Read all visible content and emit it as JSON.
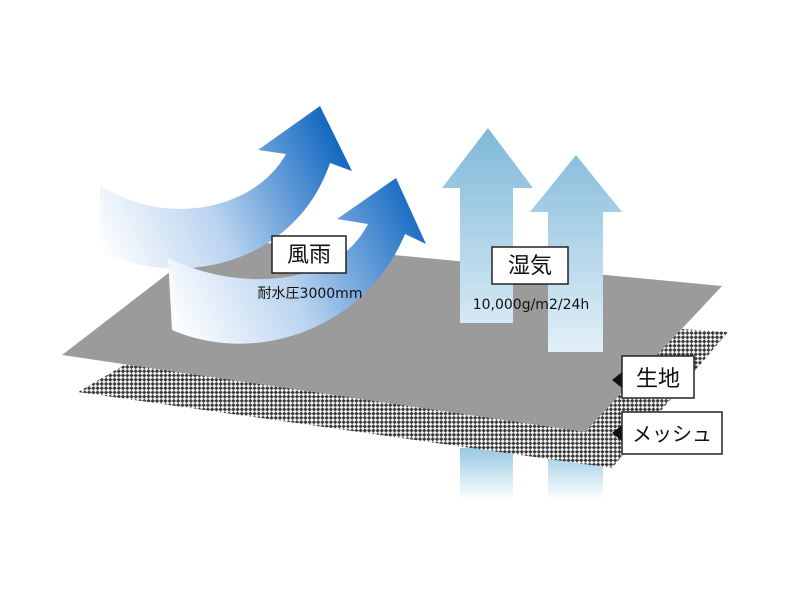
{
  "wind_rain": {
    "label": "風雨",
    "spec": "耐水圧3000mm"
  },
  "moisture": {
    "label": "湿気",
    "spec": "10,000g/m2/24h"
  },
  "layers": {
    "fabric": "生地",
    "mesh": "メッシュ"
  },
  "colors": {
    "wind_arrow_head": "#1a6fc4",
    "wind_arrow_fade": "#ffffff",
    "moisture_arrow": "#7fb9d8",
    "fabric_layer": "#9b9b9b",
    "mesh_layer": "#3a3a3a",
    "label_border": "#222222"
  }
}
